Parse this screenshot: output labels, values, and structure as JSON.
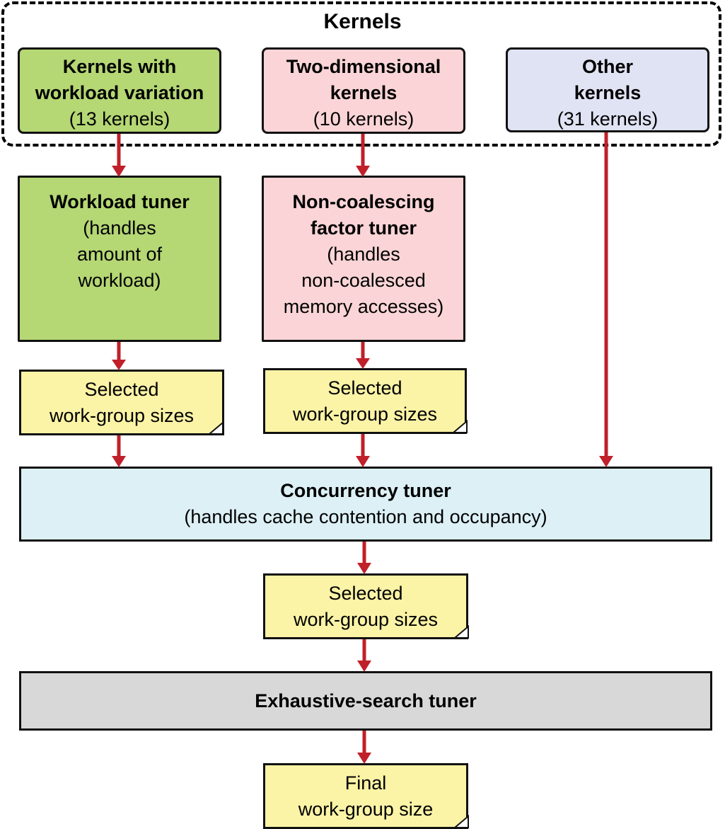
{
  "group": {
    "title": "Kernels"
  },
  "kernel_boxes": [
    {
      "title_lines": [
        "Kernels with",
        "workload variation"
      ],
      "count": "(13 kernels)",
      "color": "#b5d774"
    },
    {
      "title_lines": [
        "Two-dimensional",
        "kernels"
      ],
      "count": "(10 kernels)",
      "color": "#fad4d6"
    },
    {
      "title_lines": [
        "Other",
        "kernels"
      ],
      "count": "(31 kernels)",
      "color": "#dfe3f3"
    }
  ],
  "tuners": [
    {
      "title": "Workload tuner",
      "desc_lines": [
        "(handles",
        "amount of",
        "workload)"
      ],
      "color": "#b5d774"
    },
    {
      "title_lines": [
        "Non-coalescing",
        "factor tuner"
      ],
      "desc_lines": [
        "(handles",
        "non-coalesced",
        "memory accesses)"
      ],
      "color": "#fad4d6"
    }
  ],
  "notes": [
    {
      "lines": [
        "Selected",
        "work-group sizes"
      ]
    },
    {
      "lines": [
        "Selected",
        "work-group sizes"
      ]
    },
    {
      "lines": [
        "Selected",
        "work-group sizes"
      ]
    },
    {
      "lines": [
        "Final",
        "work-group size"
      ]
    }
  ],
  "concurrency": {
    "title": "Concurrency tuner",
    "desc": "(handles cache contention and occupancy)",
    "color": "#dcf0f6"
  },
  "exhaustive": {
    "title": "Exhaustive-search tuner",
    "color": "#d8d8d8"
  },
  "colors": {
    "arrow": "#c0202a",
    "note": "#fbf3a6"
  }
}
